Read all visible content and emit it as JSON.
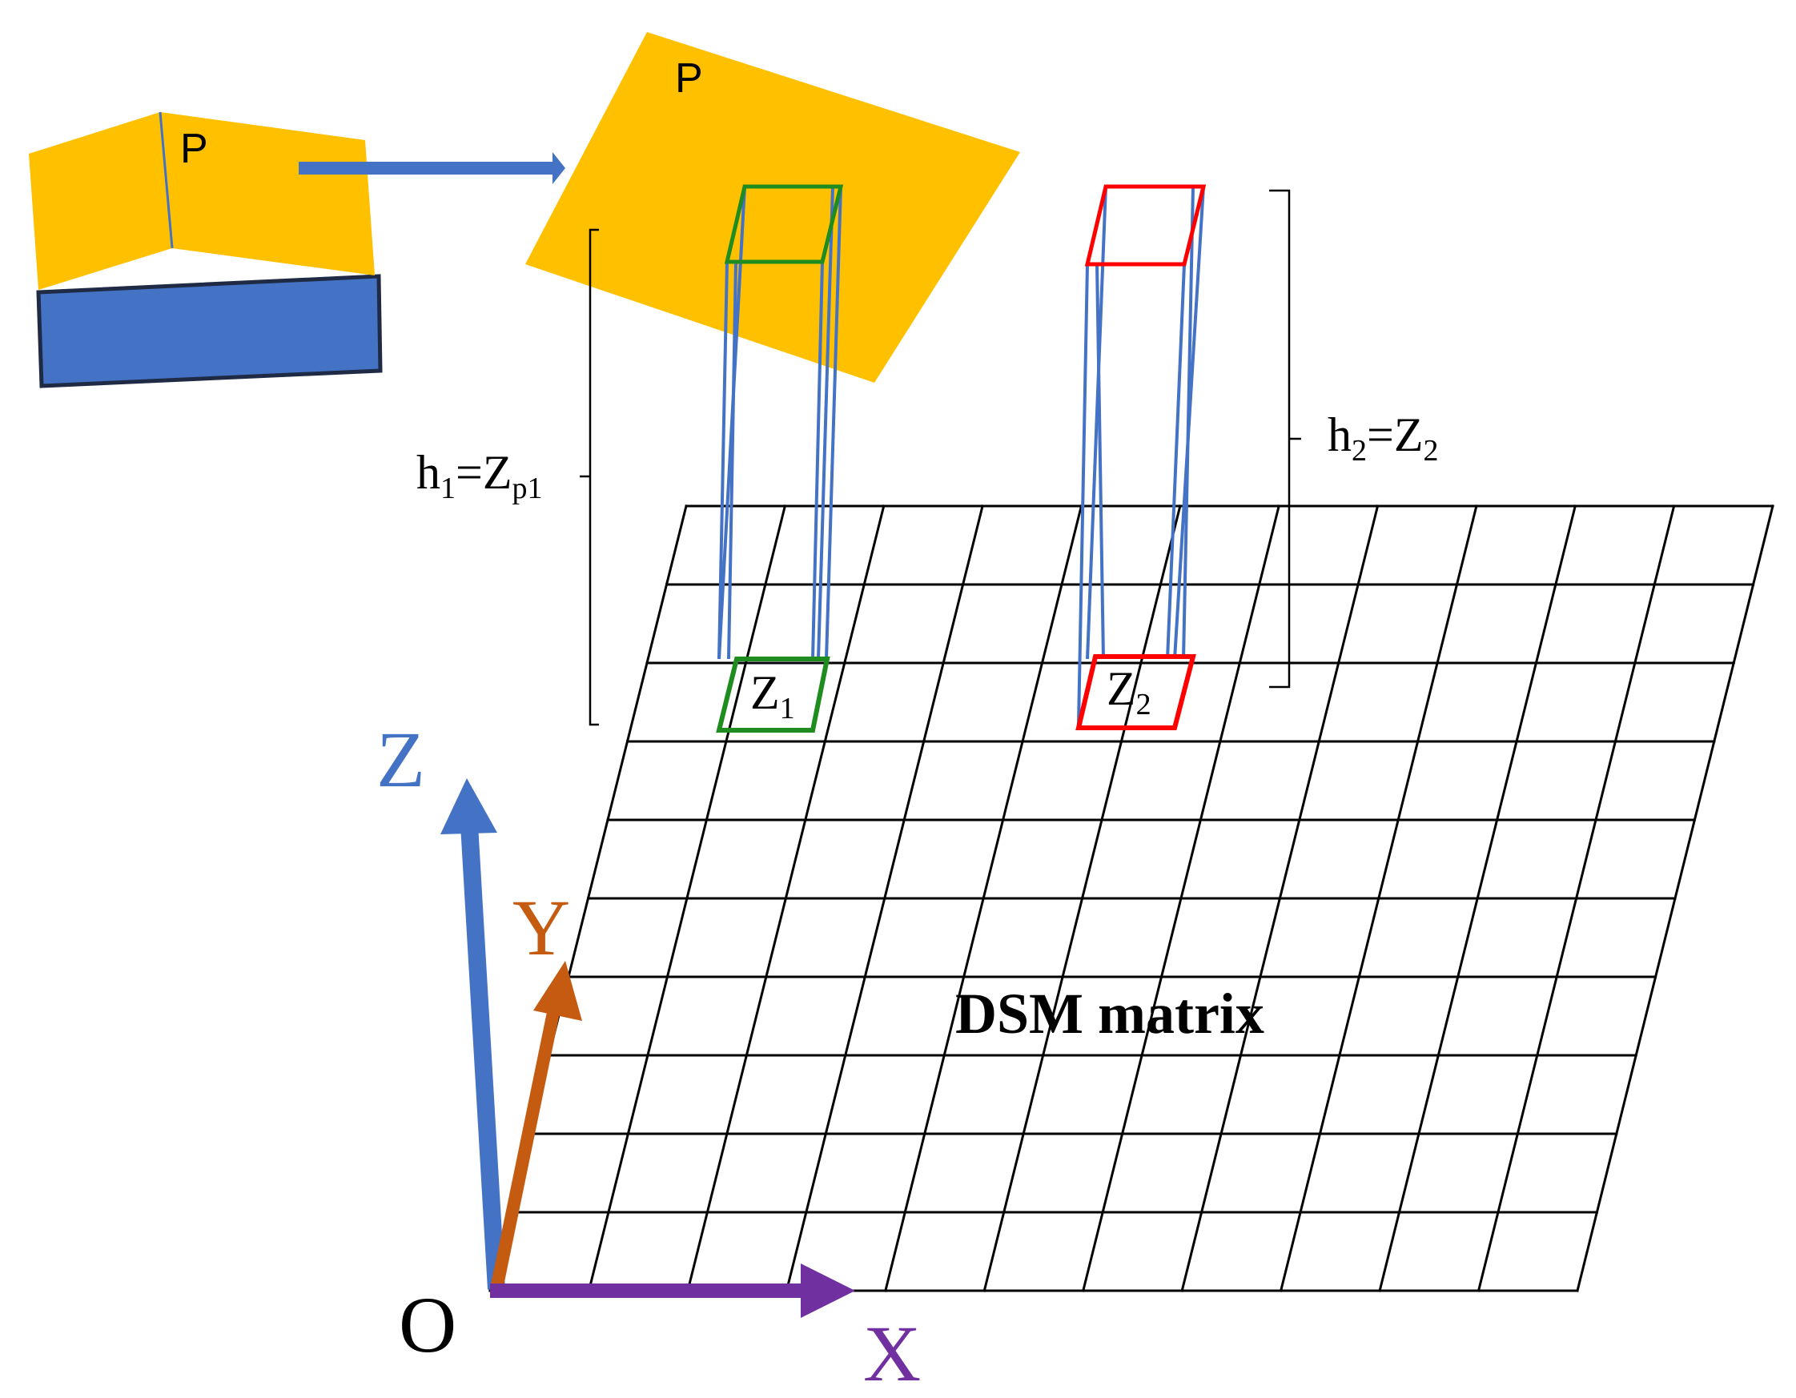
{
  "colors": {
    "roof": "#FFC000",
    "wall": "#4472C4",
    "prism": "#4472C4",
    "cell1": "#1E8C1E",
    "cell2": "#FF0000",
    "axis_z": "#4472C4",
    "axis_y": "#C55A11",
    "axis_x": "#7030A0",
    "grid": "#000000"
  },
  "labels": {
    "roof_plane_left": "P",
    "roof_plane_right": "P",
    "h1_base": "h",
    "h1_base_sub": "1",
    "h1_eq": "=Z",
    "h1_eq_sub": "p1",
    "h2_base": "h",
    "h2_base_sub": "2",
    "h2_eq": "=Z",
    "h2_eq_sub": "2",
    "z1": "Z",
    "z1_sub": "1",
    "z2": "Z",
    "z2_sub": "2",
    "axis_z": "Z",
    "axis_y": "Y",
    "axis_x": "X",
    "origin": "O",
    "matrix": "DSM matrix"
  },
  "grid": {
    "columns": 11,
    "rows": 10
  },
  "icons": [
    "arrow-right-icon"
  ]
}
